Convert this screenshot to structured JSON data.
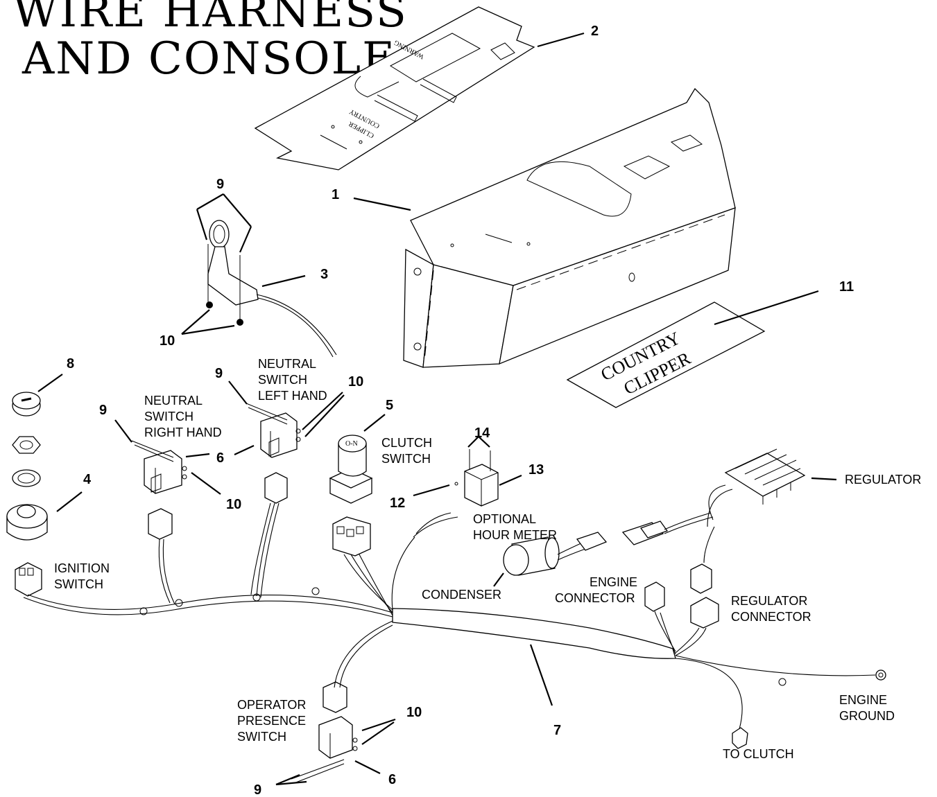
{
  "title": {
    "line1": "WIRE HARNESS",
    "line2": "AND CONSOLE"
  },
  "decals": {
    "warning_panel": {
      "warning": "WARNING",
      "brand_line1": "COUNTRY",
      "brand_line2": "CLIPPER"
    },
    "logo_decal": {
      "line1": "COUNTRY",
      "line2": "CLIPPER"
    }
  },
  "callouts": {
    "c1": "1",
    "c2": "2",
    "c3": "3",
    "c4": "4",
    "c5": "5",
    "c6a": "6",
    "c6b": "6",
    "c7": "7",
    "c8": "8",
    "c9a": "9",
    "c9b": "9",
    "c9c": "9",
    "c9d": "9",
    "c10a": "10",
    "c10b": "10",
    "c10c": "10",
    "c10d": "10",
    "c11": "11",
    "c12": "12",
    "c13": "13",
    "c14": "14"
  },
  "labels": {
    "neutral_left": [
      "NEUTRAL",
      "SWITCH",
      "LEFT HAND"
    ],
    "neutral_right": [
      "NEUTRAL",
      "SWITCH",
      "RIGHT HAND"
    ],
    "clutch_switch": [
      "CLUTCH",
      "SWITCH"
    ],
    "ignition_switch": [
      "IGNITION",
      "SWITCH"
    ],
    "hour_meter": [
      "OPTIONAL",
      "HOUR METER"
    ],
    "condenser": [
      "CONDENSER"
    ],
    "engine_connector": [
      "ENGINE",
      "CONNECTOR"
    ],
    "regulator_connector": [
      "REGULATOR",
      "CONNECTOR"
    ],
    "regulator": [
      "REGULATOR"
    ],
    "engine_ground": [
      "ENGINE",
      "GROUND"
    ],
    "to_clutch": [
      "TO CLUTCH"
    ],
    "operator_presence": [
      "OPERATOR",
      "PRESENCE",
      "SWITCH"
    ]
  }
}
